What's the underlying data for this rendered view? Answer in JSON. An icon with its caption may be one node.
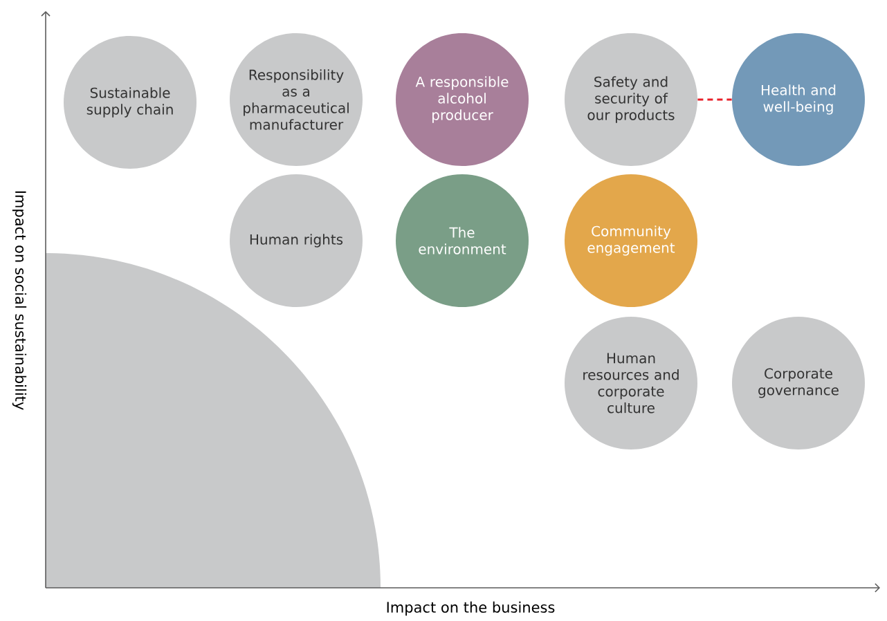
{
  "diagram": {
    "nodes": [
      {
        "text": [
          "Sustainable supply chain"
        ]
      },
      {
        "text": [
          "Responsibility as a pharmaceutical manufacturer"
        ]
      },
      {
        "text": [
          "A responsible alcohol producer"
        ]
      },
      {
        "text": [
          "Safety and security of our products"
        ]
      },
      {
        "text": [
          "Health and well-being"
        ]
      },
      {
        "text": [
          "Human rights"
        ]
      },
      {
        "text": [
          "The environment"
        ]
      },
      {
        "text": [
          "Community engagement"
        ]
      },
      {
        "text": [
          "Human resources and corporate culture"
        ]
      },
      {
        "text": [
          "Corporate governance"
        ]
      }
    ],
    "edges": [
      {
        "from": 3,
        "to": 4,
        "arrow": "none",
        "style": "dashed",
        "color": "#e8202a"
      }
    ],
    "labels": [
      "Impact on social sustainability",
      "Impact on the business"
    ]
  }
}
